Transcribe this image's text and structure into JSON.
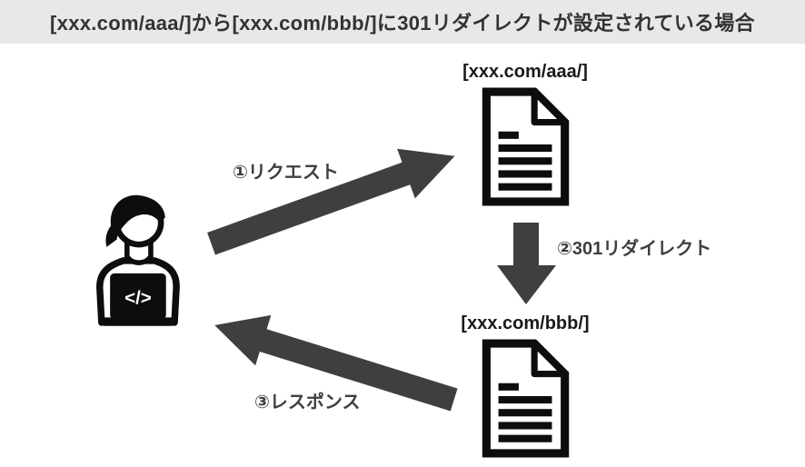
{
  "header": {
    "title": "[xxx.com/aaa/]から[xxx.com/bbb/]に301リダイレクトが設定されている場合"
  },
  "diagram": {
    "user": {
      "description": "person-at-laptop-icon",
      "laptop_code": "</>"
    },
    "nodes": [
      {
        "id": "page-aaa",
        "label": "[xxx.com/aaa/]",
        "icon": "document-icon"
      },
      {
        "id": "page-bbb",
        "label": "[xxx.com/bbb/]",
        "icon": "document-icon"
      }
    ],
    "arrows": [
      {
        "id": "request",
        "label": "①リクエスト",
        "from": "user",
        "to": "page-aaa",
        "direction": "up-right"
      },
      {
        "id": "redirect",
        "label": "②301リダイレクト",
        "from": "page-aaa",
        "to": "page-bbb",
        "direction": "down"
      },
      {
        "id": "response",
        "label": "③レスポンス",
        "from": "page-bbb",
        "to": "user",
        "direction": "up-left"
      }
    ],
    "colors": {
      "header_bg": "#e8e8e8",
      "header_text": "#333333",
      "arrow": "#3f3f3f",
      "icon": "#0d0d0d",
      "label_text": "#1a1a1a"
    }
  }
}
